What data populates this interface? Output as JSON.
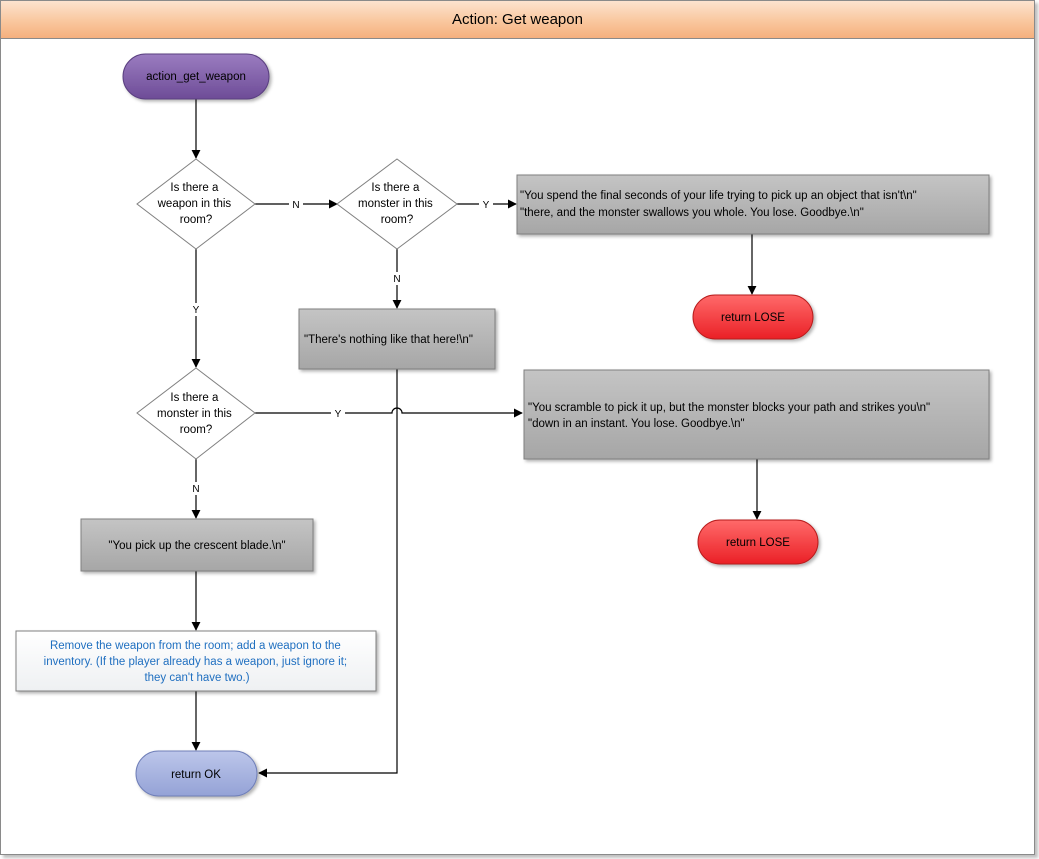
{
  "title": "Action: Get weapon",
  "nodes": {
    "start": "action_get_weapon",
    "weapon_q": [
      "Is there a",
      "weapon in this",
      "room?"
    ],
    "monster_q1": [
      "Is there a",
      "monster in this",
      "room?"
    ],
    "monster_q2": [
      "Is there a",
      "monster in this",
      "room?"
    ],
    "msg_lose1": [
      "\"You spend the final seconds of your life trying to pick up an object that isn't\\n\"",
      "\"there, and the monster swallows you whole. You lose. Goodbye.\\n\""
    ],
    "msg_nothing": "\"There's nothing like that here!\\n\"",
    "msg_lose2": [
      "\"You scramble to pick it up, but the monster blocks your path and strikes you\\n\"",
      "\"down in an instant. You lose. Goodbye.\\n\""
    ],
    "msg_pickup": "\"You pick up the crescent blade.\\n\"",
    "action_remove": [
      "Remove the weapon from the room; add a weapon to the",
      "inventory. (If the player already has a weapon, just ignore it;",
      "they can't have two.)"
    ],
    "return_lose1": "return LOSE",
    "return_lose2": "return LOSE",
    "return_ok": "return OK"
  },
  "edge_labels": {
    "weapon_n": "N",
    "weapon_y": "Y",
    "monster1_y": "Y",
    "monster1_n": "N",
    "monster2_y": "Y",
    "monster2_n": "N"
  },
  "colors": {
    "title_bar": "#f9c79e",
    "start_fill": "#7d5ca6",
    "process_fill": "#b3b3b3",
    "lose_fill": "#f2383a",
    "ok_fill": "#a3b0df",
    "action_text": "#1f6fc0"
  }
}
